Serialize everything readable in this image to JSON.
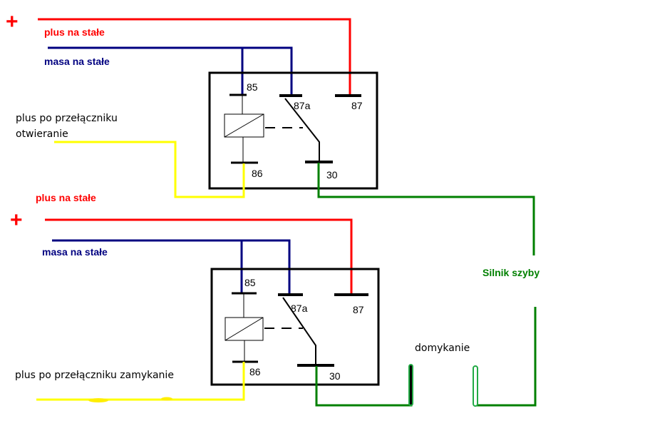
{
  "colors": {
    "plus": "#ff0000",
    "ground": "#000080",
    "switch": "#ffff00",
    "motor": "#008000",
    "relay": "#000000",
    "limit_outline": "#22aa44"
  },
  "relay_top": {
    "plus_symbol": "+",
    "plus_label": "plus na stałe",
    "ground_label": "masa na stałe",
    "switch_label_line1": "plus po przełączniku",
    "switch_label_line2": "otwieranie",
    "pins": {
      "p85": "85",
      "p86": "86",
      "p87a": "87a",
      "p87": "87",
      "p30": "30"
    }
  },
  "relay_bottom": {
    "plus_symbol": "+",
    "plus_label": "plus na stałe",
    "ground_label": "masa na stałe",
    "switch_label": "plus po przełączniku zamykanie",
    "pins": {
      "p85": "85",
      "p86": "86",
      "p87a": "87a",
      "p87": "87",
      "p30": "30"
    }
  },
  "motor_label": "Silnik szyby",
  "limit_switch_label": "domykanie"
}
